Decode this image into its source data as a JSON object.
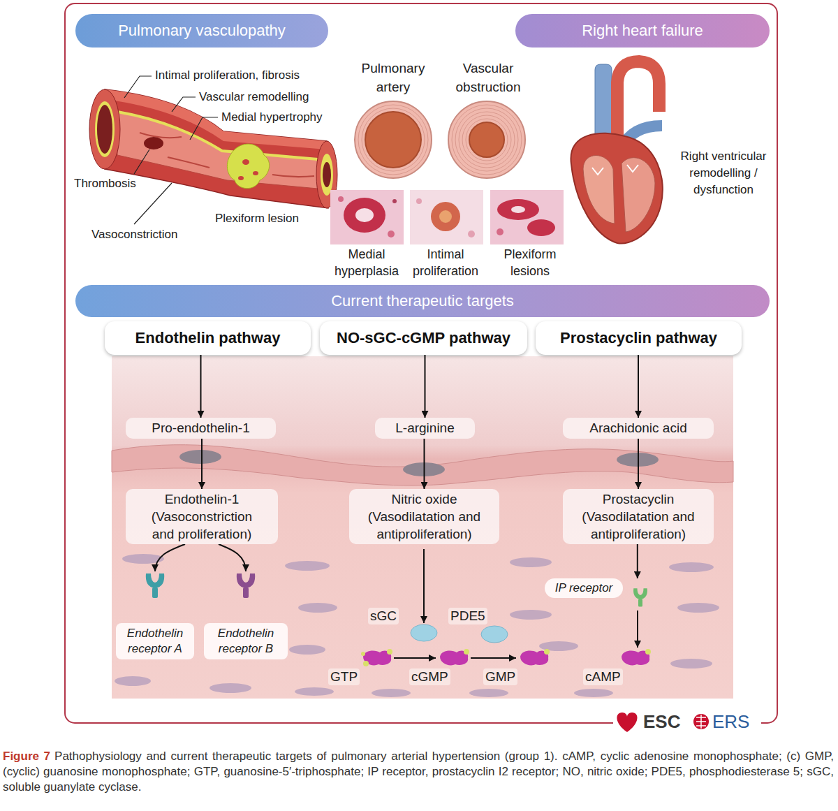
{
  "diagram": {
    "caption": "Pathophysiology and current therapeutic targets of pulmonary arterial hypertension (group 1). cAMP, cyclic adenosine monophosphate; (c) GMP, (cyclic) guanosine monophosphate; GTP, guanosine-5′-triphosphate; IP receptor, prostacyclin I2 receptor; NO, nitric oxide; PDE5, phosphodiesterase 5; sGC, soluble guanylate cyclase.",
    "nodes": [
      {
        "text": [
          "Pulmonary vasculopathy"
        ]
      },
      {
        "text": [
          "Right heart failure"
        ]
      },
      {
        "text": [
          "Current therapeutic targets"
        ]
      },
      {
        "text": [
          "Endothelin pathway"
        ]
      },
      {
        "text": [
          "NO-sGC-cGMP pathway"
        ]
      },
      {
        "text": [
          "Prostacyclin pathway"
        ]
      },
      {
        "text": [
          "Pro-endothelin-1"
        ]
      },
      {
        "text": [
          "L-arginine"
        ]
      },
      {
        "text": [
          "Arachidonic acid"
        ]
      },
      {
        "text": [
          "Endothelin-1 (Vasoconstriction and proliferation)"
        ]
      },
      {
        "text": [
          "Nitric oxide (Vasodilatation and antiproliferation)"
        ]
      },
      {
        "text": [
          "Prostacyclin (Vasodilatation and antiproliferation)"
        ]
      },
      {
        "text": [
          "Endothelin receptor A"
        ]
      },
      {
        "text": [
          "Endothelin receptor B"
        ]
      },
      {
        "text": [
          "IP receptor"
        ]
      }
    ],
    "edges": [
      {
        "from": 3,
        "to": 6,
        "arrow": "to"
      },
      {
        "from": 6,
        "to": 9,
        "arrow": "to"
      },
      {
        "from": 9,
        "to": 12,
        "arrow": "to"
      },
      {
        "from": 9,
        "to": 13,
        "arrow": "to"
      },
      {
        "from": 4,
        "to": 7,
        "arrow": "to"
      },
      {
        "from": 7,
        "to": 10,
        "arrow": "to"
      },
      {
        "from": 5,
        "to": 8,
        "arrow": "to"
      },
      {
        "from": 8,
        "to": 11,
        "arrow": "to"
      },
      {
        "from": 11,
        "to": 14,
        "arrow": "to"
      }
    ],
    "labels": [
      "Intimal proliferation, fibrosis",
      "Vascular remodelling",
      "Medial hypertrophy",
      "Thrombosis",
      "Plexiform lesion",
      "Vasoconstriction",
      "Pulmonary artery",
      "Vascular obstruction",
      "Medial hyperplasia",
      "Intimal proliferation",
      "Plexiform lesions",
      "Right ventricular remodelling / dysfunction",
      "sGC",
      "PDE5",
      "GTP",
      "cGMP",
      "GMP",
      "cAMP",
      "ESC",
      "ERS",
      "Figure 7"
    ]
  }
}
